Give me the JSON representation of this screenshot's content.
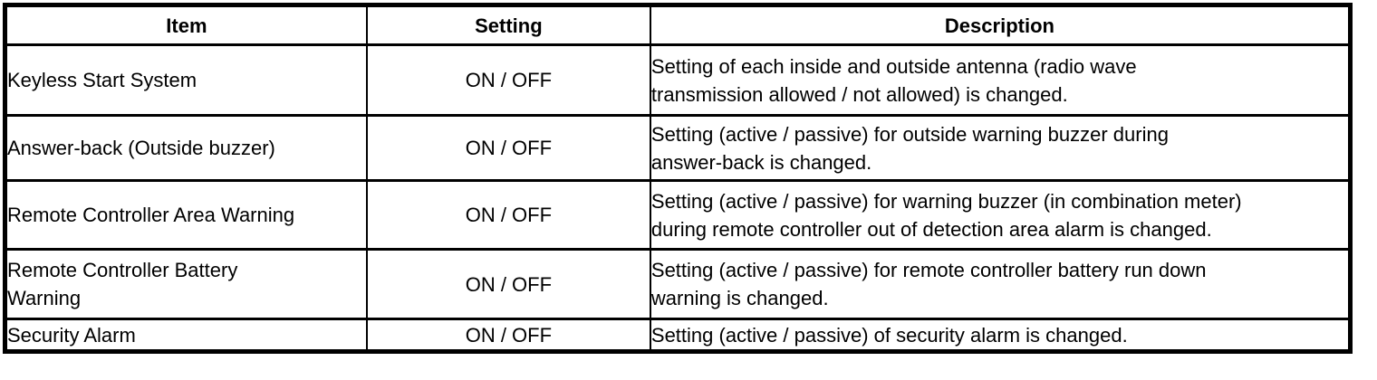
{
  "colors": {
    "border": "#000000",
    "text": "#000000",
    "background": "#ffffff"
  },
  "table": {
    "headers": [
      "Item",
      "Setting",
      "Description"
    ],
    "rows": [
      {
        "item": [
          "Keyless Start System"
        ],
        "setting": "ON / OFF",
        "description": [
          "Setting of each inside and outside antenna (radio wave",
          "transmission allowed / not allowed) is changed."
        ]
      },
      {
        "item": [
          "Answer-back (Outside buzzer)"
        ],
        "setting": "ON / OFF",
        "description": [
          "Setting (active / passive) for outside warning buzzer during",
          "answer-back is changed."
        ]
      },
      {
        "item": [
          "Remote Controller Area Warning"
        ],
        "setting": "ON / OFF",
        "description": [
          "Setting (active / passive) for warning buzzer (in combination meter)",
          "during remote controller out of detection area alarm is changed."
        ]
      },
      {
        "item": [
          "Remote Controller Battery",
          "Warning"
        ],
        "setting": "ON / OFF",
        "description": [
          "Setting (active / passive) for remote controller battery run down",
          "warning is changed."
        ]
      },
      {
        "item": [
          "Security Alarm"
        ],
        "setting": "ON / OFF",
        "description": [
          "Setting (active / passive) of security alarm is changed."
        ]
      }
    ]
  }
}
